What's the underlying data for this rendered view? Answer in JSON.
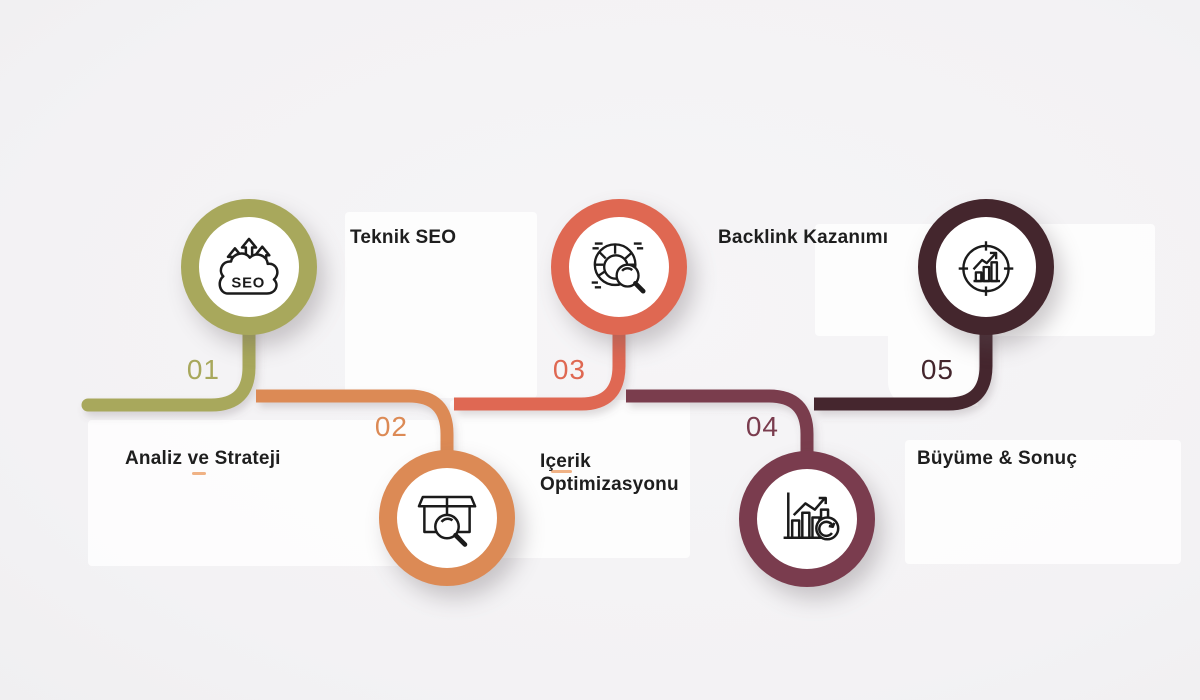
{
  "infographic": {
    "background_color": "#f3f2f4",
    "panel_color": "#ffffff",
    "text_color": "#1e1e1e",
    "accent_dash_color": "#f0b285",
    "steps": [
      {
        "number": "01",
        "label": "Analiz ve Strateji",
        "color": "#a8a85c",
        "icon": "seo-cloud-arrows-icon",
        "circle_position": "above-line",
        "label_position": "below-line"
      },
      {
        "number": "02",
        "label": "Teknik SEO",
        "color": "#dc8a55",
        "icon": "open-box-magnifier-icon",
        "circle_position": "below-line",
        "label_position": "above-line"
      },
      {
        "number": "03",
        "label": "Içerik Optimizasyonu",
        "color": "#df6852",
        "icon": "donut-chart-magnifier-icon",
        "circle_position": "above-line",
        "label_position": "below-line"
      },
      {
        "number": "04",
        "label": "Backlink Kazanımı",
        "color": "#7a3c4e",
        "icon": "bar-chart-refresh-icon",
        "circle_position": "below-line",
        "label_position": "above-line"
      },
      {
        "number": "05",
        "label": "Büyüme & Sonuç",
        "color": "#44262d",
        "icon": "target-growth-chart-icon",
        "circle_position": "above-line",
        "label_position": "below-line"
      }
    ]
  }
}
